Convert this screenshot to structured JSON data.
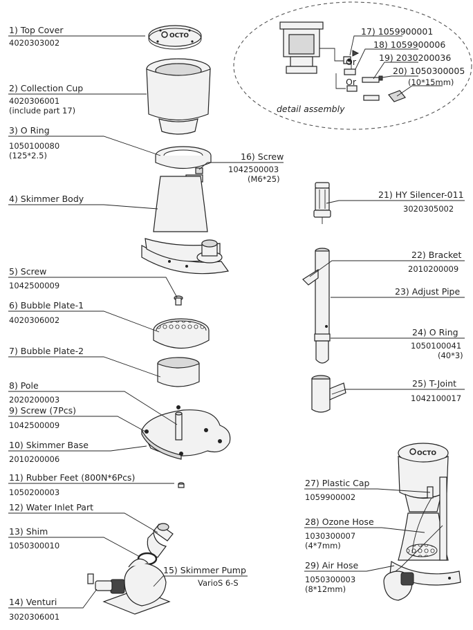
{
  "logo_text": "OCTO",
  "detail_caption": "detail assembly",
  "or_label": "Or",
  "parts": [
    {
      "name": "1) Top Cover",
      "code": "4020303002",
      "note": ""
    },
    {
      "name": "2) Collection Cup",
      "code": "4020306001",
      "note": "(include part 17)"
    },
    {
      "name": "3) O Ring",
      "code": "1050100080",
      "note": "(125*2.5)"
    },
    {
      "name": "4) Skimmer Body",
      "code": "",
      "note": ""
    },
    {
      "name": "5) Screw",
      "code": "1042500009",
      "note": ""
    },
    {
      "name": "6) Bubble Plate-1",
      "code": "4020306002",
      "note": ""
    },
    {
      "name": "7) Bubble Plate-2",
      "code": "",
      "note": ""
    },
    {
      "name": "8) Pole",
      "code": "2020200003",
      "note": ""
    },
    {
      "name": "9) Screw (7Pcs)",
      "code": "1042500009",
      "note": ""
    },
    {
      "name": "10) Skimmer Base",
      "code": "2010200006",
      "note": ""
    },
    {
      "name": "11) Rubber Feet (800N*6Pcs)",
      "code": "1050200003",
      "note": ""
    },
    {
      "name": "12) Water Inlet Part",
      "code": "",
      "note": ""
    },
    {
      "name": "13) Shim",
      "code": "1050300010",
      "note": ""
    },
    {
      "name": "14) Venturi",
      "code": "3020306001",
      "note": ""
    },
    {
      "name": "15) Skimmer Pump",
      "code": "VarioS 6-S",
      "note": ""
    },
    {
      "name": "16) Screw",
      "code": "1042500003",
      "note": "(M6*25)"
    },
    {
      "name": "17) 1059900001",
      "code": "",
      "note": ""
    },
    {
      "name": "18) 1059900006",
      "code": "",
      "note": ""
    },
    {
      "name": "19) 2030200036",
      "code": "",
      "note": ""
    },
    {
      "name": "20) 1050300005",
      "code": "",
      "note": "(10*15mm)"
    },
    {
      "name": "21) HY Silencer-011",
      "code": "3020305002",
      "note": ""
    },
    {
      "name": "22) Bracket",
      "code": "2010200009",
      "note": ""
    },
    {
      "name": "23) Adjust Pipe",
      "code": "",
      "note": ""
    },
    {
      "name": "24) O Ring",
      "code": "1050100041",
      "note": "(40*3)"
    },
    {
      "name": "25) T-Joint",
      "code": "1042100017",
      "note": ""
    },
    {
      "name": "27) Plastic Cap",
      "code": "1059900002",
      "note": ""
    },
    {
      "name": "28) Ozone Hose",
      "code": "1030300007",
      "note": "(4*7mm)"
    },
    {
      "name": "29) Air Hose",
      "code": "1050300003",
      "note": "(8*12mm)"
    }
  ]
}
